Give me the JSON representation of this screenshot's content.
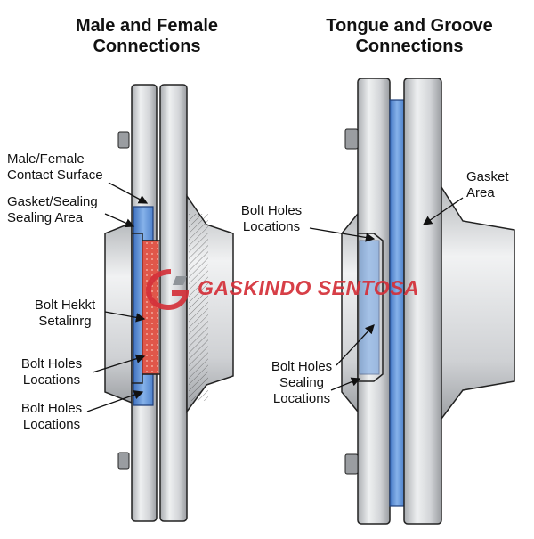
{
  "titles": {
    "left": "Male and Female\nConnections",
    "right": "Tongue and Groove\nConnections"
  },
  "left_labels": {
    "contact_surface": "Male/Female\nContact Surface",
    "gasket_sealing": "Gasket/Sealing\nSealing Area",
    "bolt_hekkt": "Bolt Hekkt\nSetalinrg",
    "bolt_holes_1": "Bolt Holes\nLocations",
    "bolt_holes_2": "Bolt Holes\nLocations"
  },
  "right_labels": {
    "gasket_area": "Gasket\nArea",
    "bolt_holes": "Bolt Holes\nLocations",
    "bolt_holes_sealing": "Bolt Holes\nSealing\nLocations"
  },
  "watermark": {
    "text": "GASKINDO SENTOSA",
    "color": "#d4313a",
    "icon": "gaskindo-logo-icon"
  },
  "colors": {
    "steel_light": "#e6e7e9",
    "steel_mid": "#c2c4c7",
    "steel_dark": "#8d9094",
    "gasket_blue": "#5b8fd6",
    "gasket_red": "#e0574a",
    "outline": "#222222"
  }
}
